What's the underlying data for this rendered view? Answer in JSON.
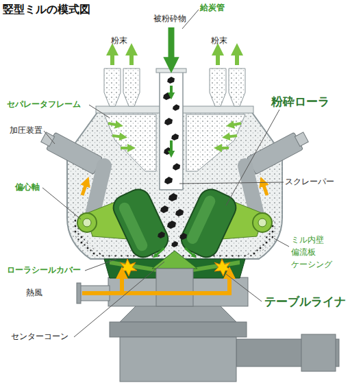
{
  "diagram": {
    "title": "竪型ミルの模式図",
    "labels": [
      "粉末",
      "被粉砕物",
      "給炭管",
      "粉末",
      "セパレータフレーム",
      "加圧装置",
      "粉砕ローラ",
      "スクレーパー",
      "偏心軸",
      "ミル内壁",
      "偏流板",
      "ケーシング",
      "ローラシールカバー",
      "熱風",
      "テーブルライナ",
      "センターコーン"
    ]
  }
}
